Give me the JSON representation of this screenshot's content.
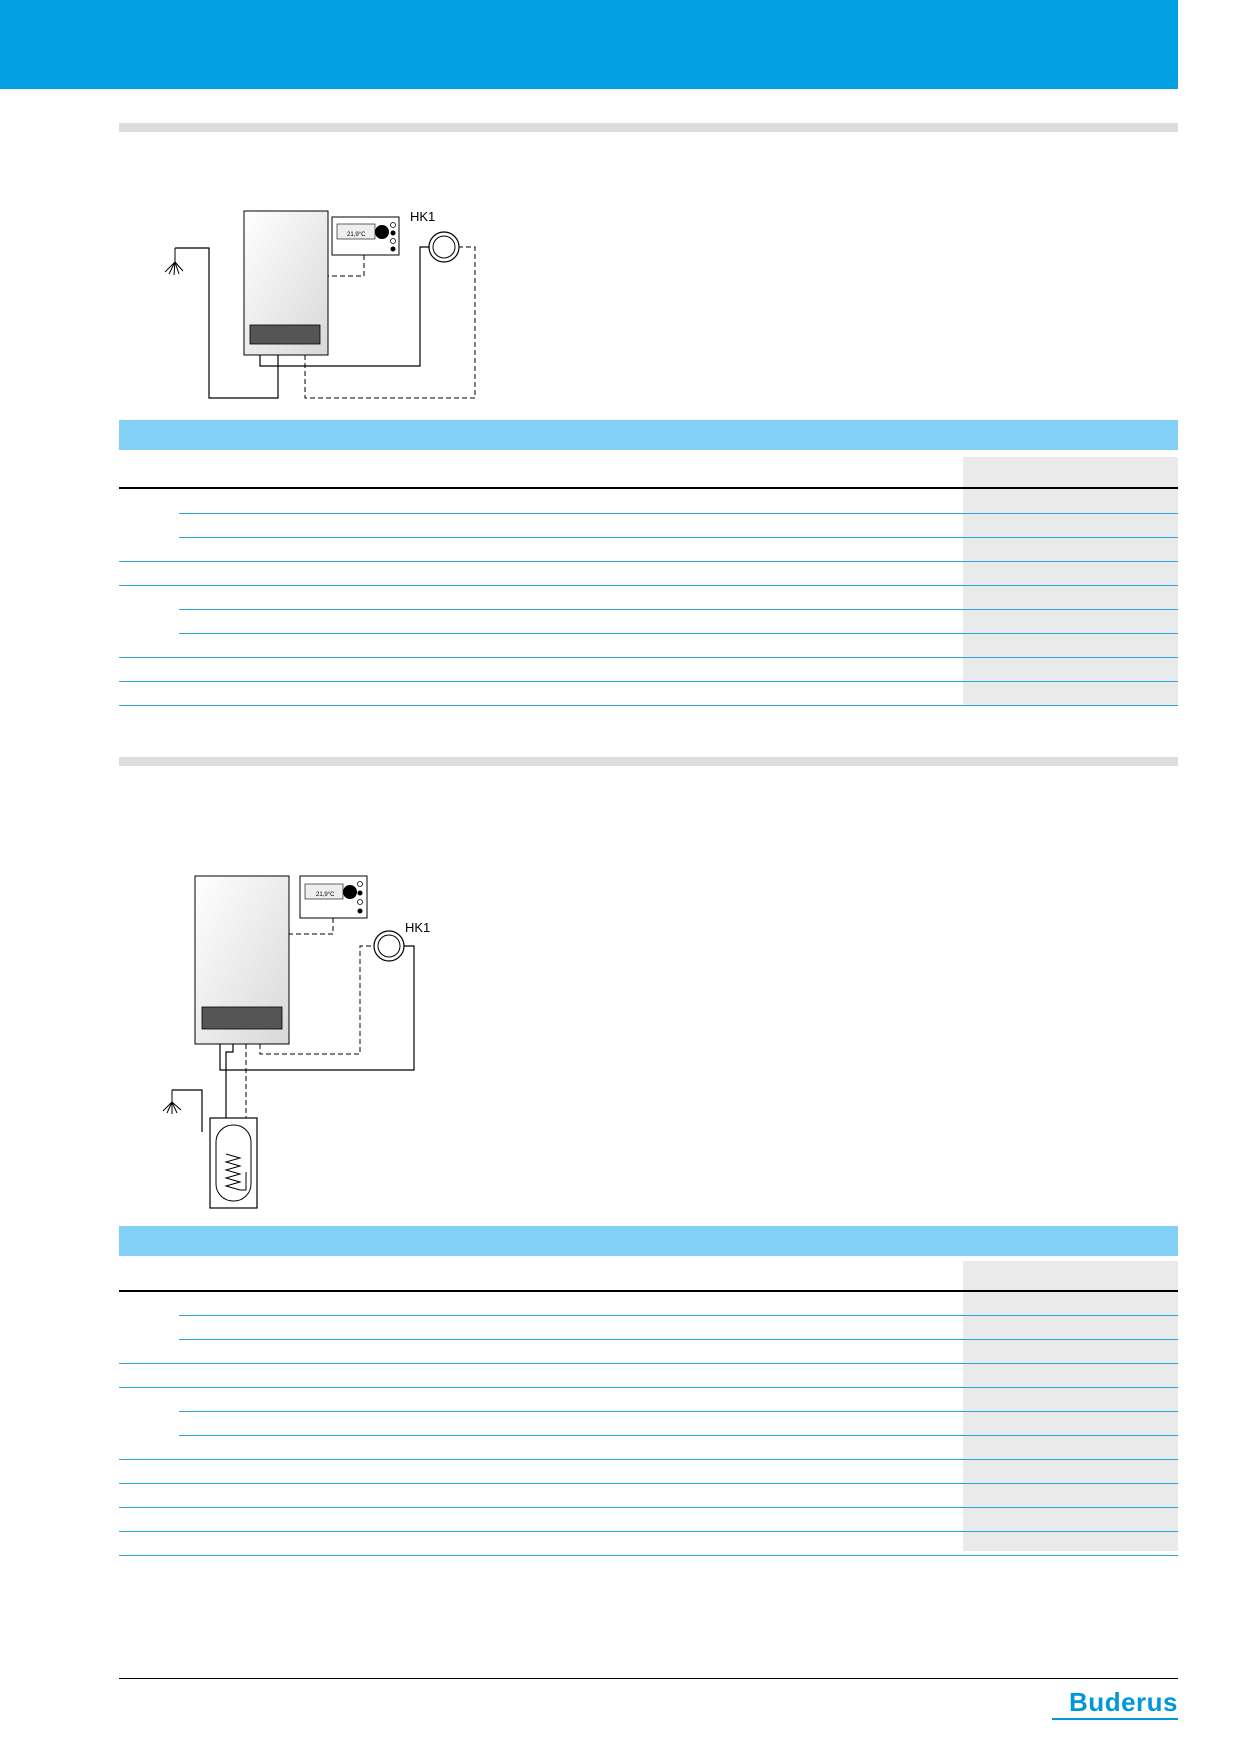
{
  "header": {
    "color": "#00A0E3"
  },
  "section1": {
    "diagram": {
      "circuit_label": "HK1",
      "controller_display": "21,9°C"
    }
  },
  "section2": {
    "diagram": {
      "circuit_label": "HK1",
      "controller_display": "21,9°C"
    }
  },
  "footer": {
    "logo_text": "Buderus",
    "brand_color": "#0098D8"
  }
}
